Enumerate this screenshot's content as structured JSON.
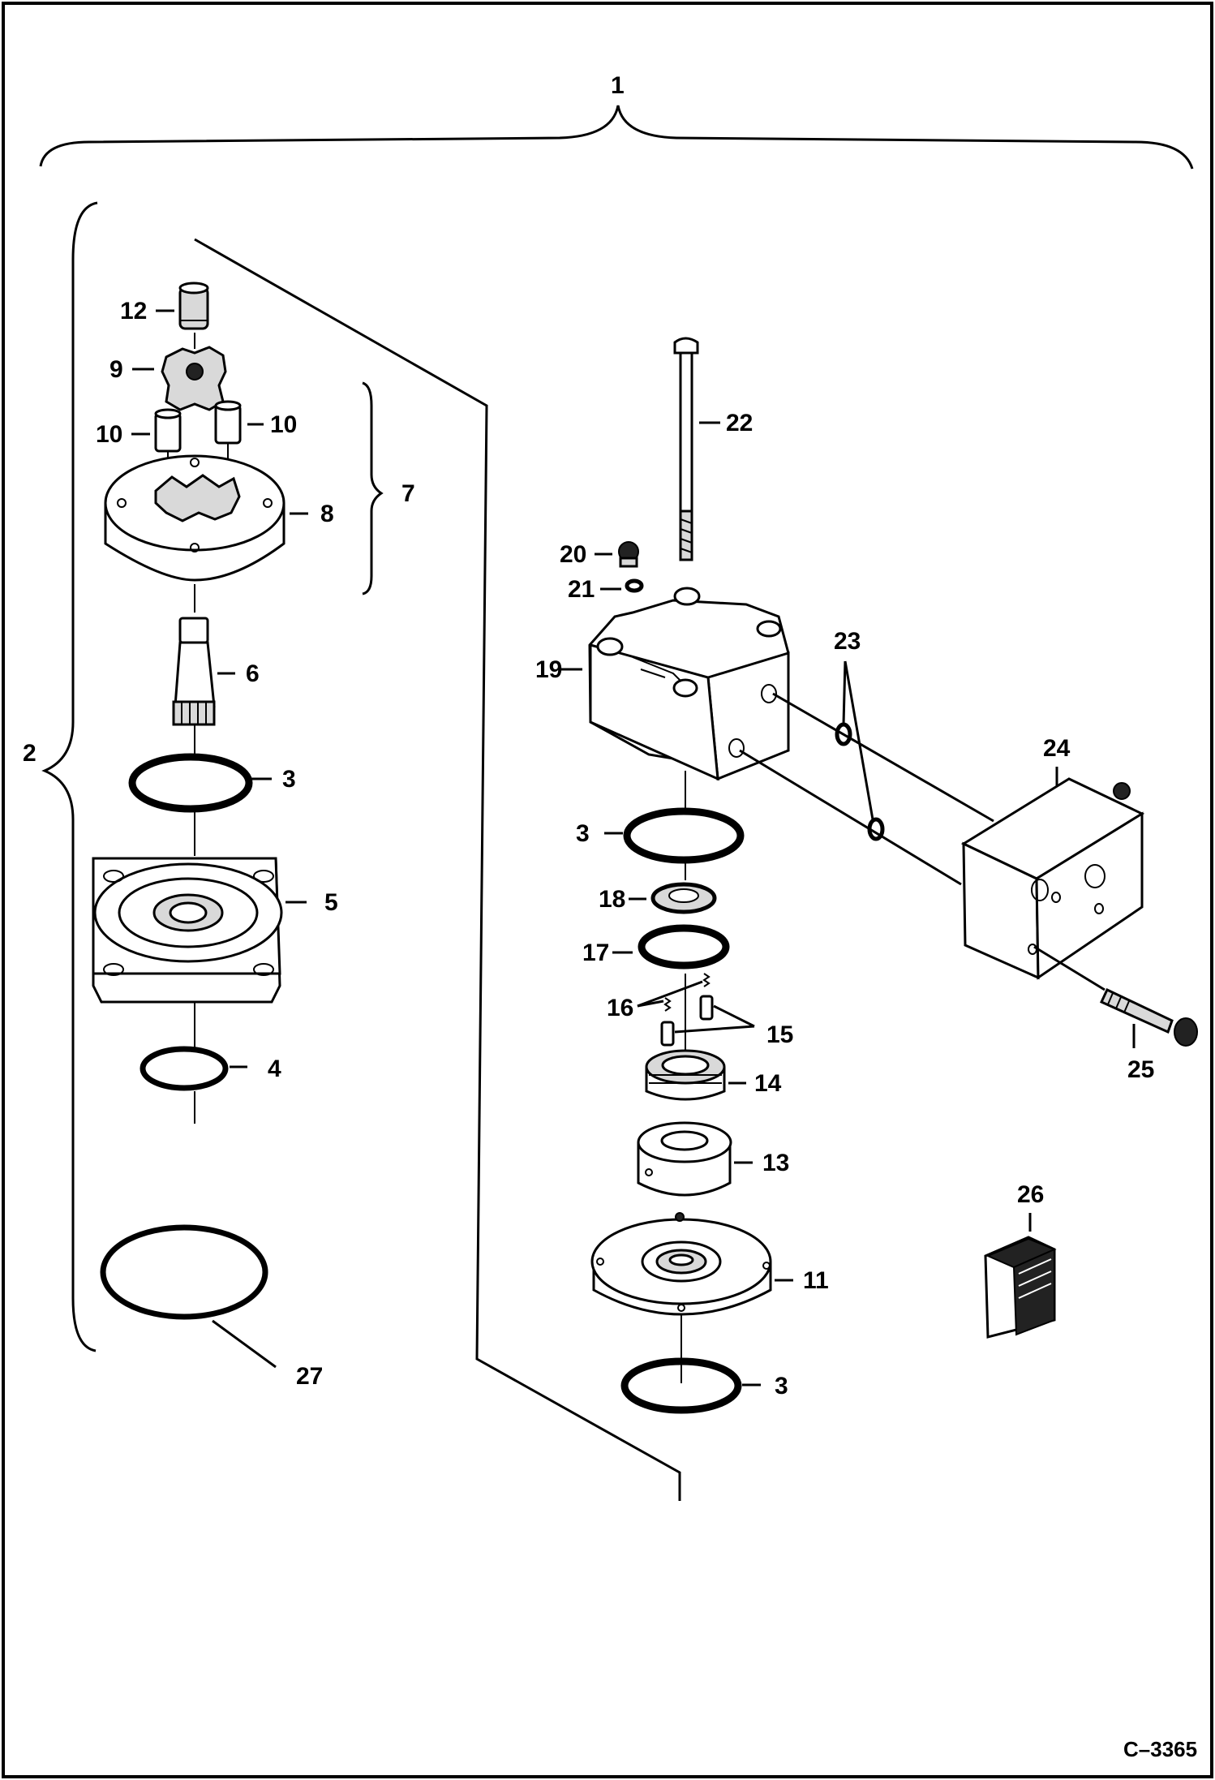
{
  "callouts": {
    "c1": "1",
    "c2": "2",
    "c3a": "3",
    "c3b": "3",
    "c3c": "3",
    "c4": "4",
    "c5": "5",
    "c6": "6",
    "c7": "7",
    "c8": "8",
    "c9": "9",
    "c10a": "10",
    "c10b": "10",
    "c11": "11",
    "c12": "12",
    "c13": "13",
    "c14": "14",
    "c15": "15",
    "c16": "16",
    "c17": "17",
    "c18": "18",
    "c19": "19",
    "c20": "20",
    "c21": "21",
    "c22": "22",
    "c23": "23",
    "c24": "24",
    "c25": "25",
    "c26": "26",
    "c27": "27"
  },
  "drawing_ref": "C–3365"
}
